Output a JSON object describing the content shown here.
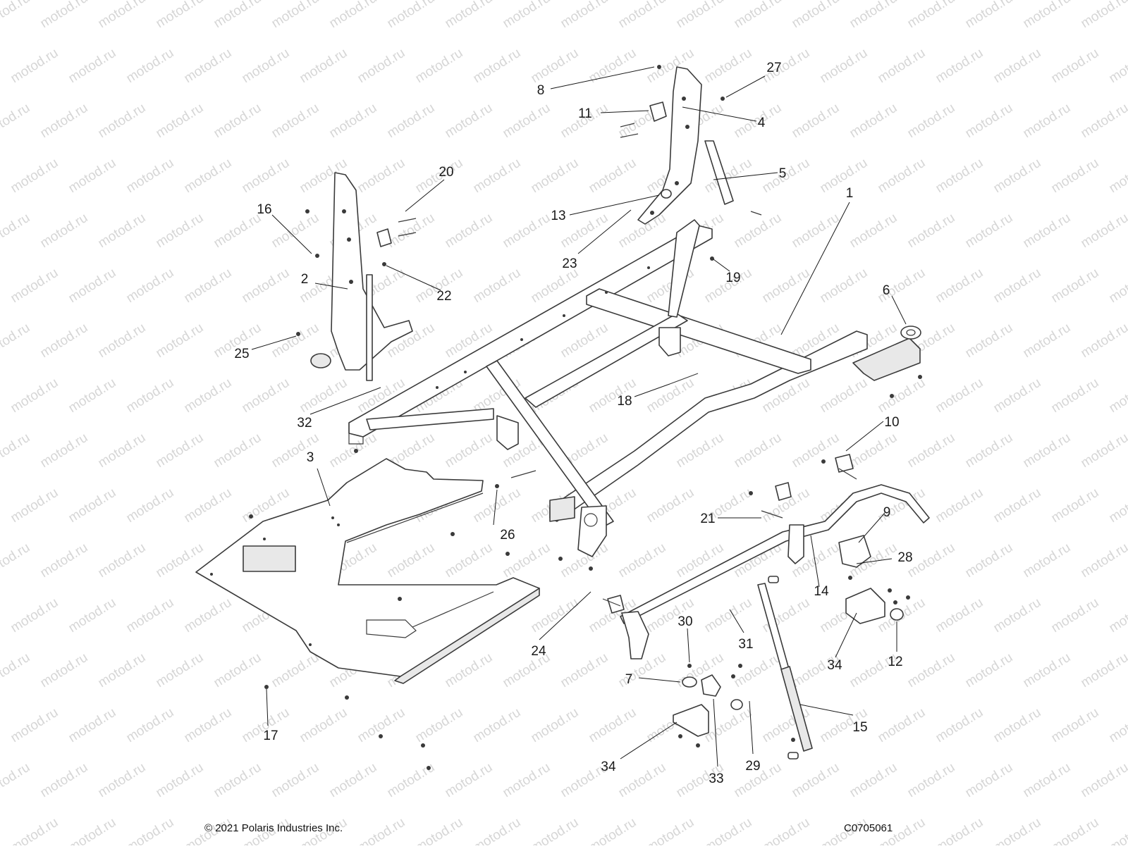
{
  "copyright": "© 2021 Polaris Industries Inc.",
  "drawing_number": "C0705061",
  "watermark": "motod.ru",
  "colors": {
    "line": "#3a3a3a",
    "watermark": "#d6d6d6",
    "text": "#1a1a1a"
  },
  "callouts": [
    {
      "id": "c1",
      "label": "1"
    },
    {
      "id": "c2",
      "label": "2"
    },
    {
      "id": "c3",
      "label": "3"
    },
    {
      "id": "c4",
      "label": "4"
    },
    {
      "id": "c5",
      "label": "5"
    },
    {
      "id": "c6",
      "label": "6"
    },
    {
      "id": "c7",
      "label": "7"
    },
    {
      "id": "c8",
      "label": "8"
    },
    {
      "id": "c9",
      "label": "9"
    },
    {
      "id": "c10",
      "label": "10"
    },
    {
      "id": "c11",
      "label": "11"
    },
    {
      "id": "c12",
      "label": "12"
    },
    {
      "id": "c13",
      "label": "13"
    },
    {
      "id": "c14",
      "label": "14"
    },
    {
      "id": "c15",
      "label": "15"
    },
    {
      "id": "c16",
      "label": "16"
    },
    {
      "id": "c17",
      "label": "17"
    },
    {
      "id": "c18",
      "label": "18"
    },
    {
      "id": "c19",
      "label": "19"
    },
    {
      "id": "c20",
      "label": "20"
    },
    {
      "id": "c21",
      "label": "21"
    },
    {
      "id": "c22",
      "label": "22"
    },
    {
      "id": "c23",
      "label": "23"
    },
    {
      "id": "c24",
      "label": "24"
    },
    {
      "id": "c25",
      "label": "25"
    },
    {
      "id": "c26",
      "label": "26"
    },
    {
      "id": "c27",
      "label": "27"
    },
    {
      "id": "c28",
      "label": "28"
    },
    {
      "id": "c29",
      "label": "29"
    },
    {
      "id": "c30",
      "label": "30"
    },
    {
      "id": "c31",
      "label": "31"
    },
    {
      "id": "c32",
      "label": "32"
    },
    {
      "id": "c33",
      "label": "33"
    },
    {
      "id": "c34a",
      "label": "34"
    },
    {
      "id": "c34b",
      "label": "34"
    }
  ]
}
